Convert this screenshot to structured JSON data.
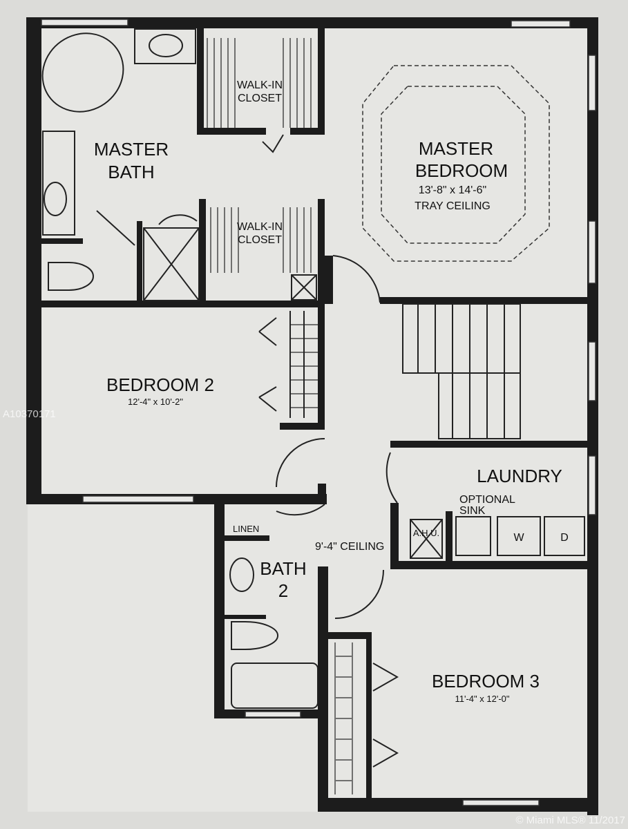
{
  "rooms": {
    "master_bath": {
      "line1": "MASTER",
      "line2": "BATH"
    },
    "walk_in_closet_1": {
      "line1": "WALK-IN",
      "line2": "CLOSET"
    },
    "walk_in_closet_2": {
      "line1": "WALK-IN",
      "line2": "CLOSET"
    },
    "master_bedroom": {
      "line1": "MASTER",
      "line2": "BEDROOM",
      "size": "13'-8\" x 14'-6\"",
      "note": "TRAY CEILING"
    },
    "bedroom_2": {
      "name": "BEDROOM 2",
      "size": "12'-4\" x 10'-2\""
    },
    "laundry": {
      "name": "LAUNDRY",
      "note1": "OPTIONAL",
      "note2": "SINK",
      "ahu": "A.H.U.",
      "washer": "W",
      "dryer": "D"
    },
    "linen": {
      "name": "LINEN"
    },
    "bath_2": {
      "line1": "BATH",
      "line2": "2"
    },
    "hall": {
      "ceiling": "9'-4\" CEILING"
    },
    "bedroom_3": {
      "name": "BEDROOM 3",
      "size": "11'-4\" x 12'-0\""
    }
  },
  "watermark": {
    "listing_id": "A10370171",
    "copyright": "© Miami MLS® 11/2017"
  }
}
